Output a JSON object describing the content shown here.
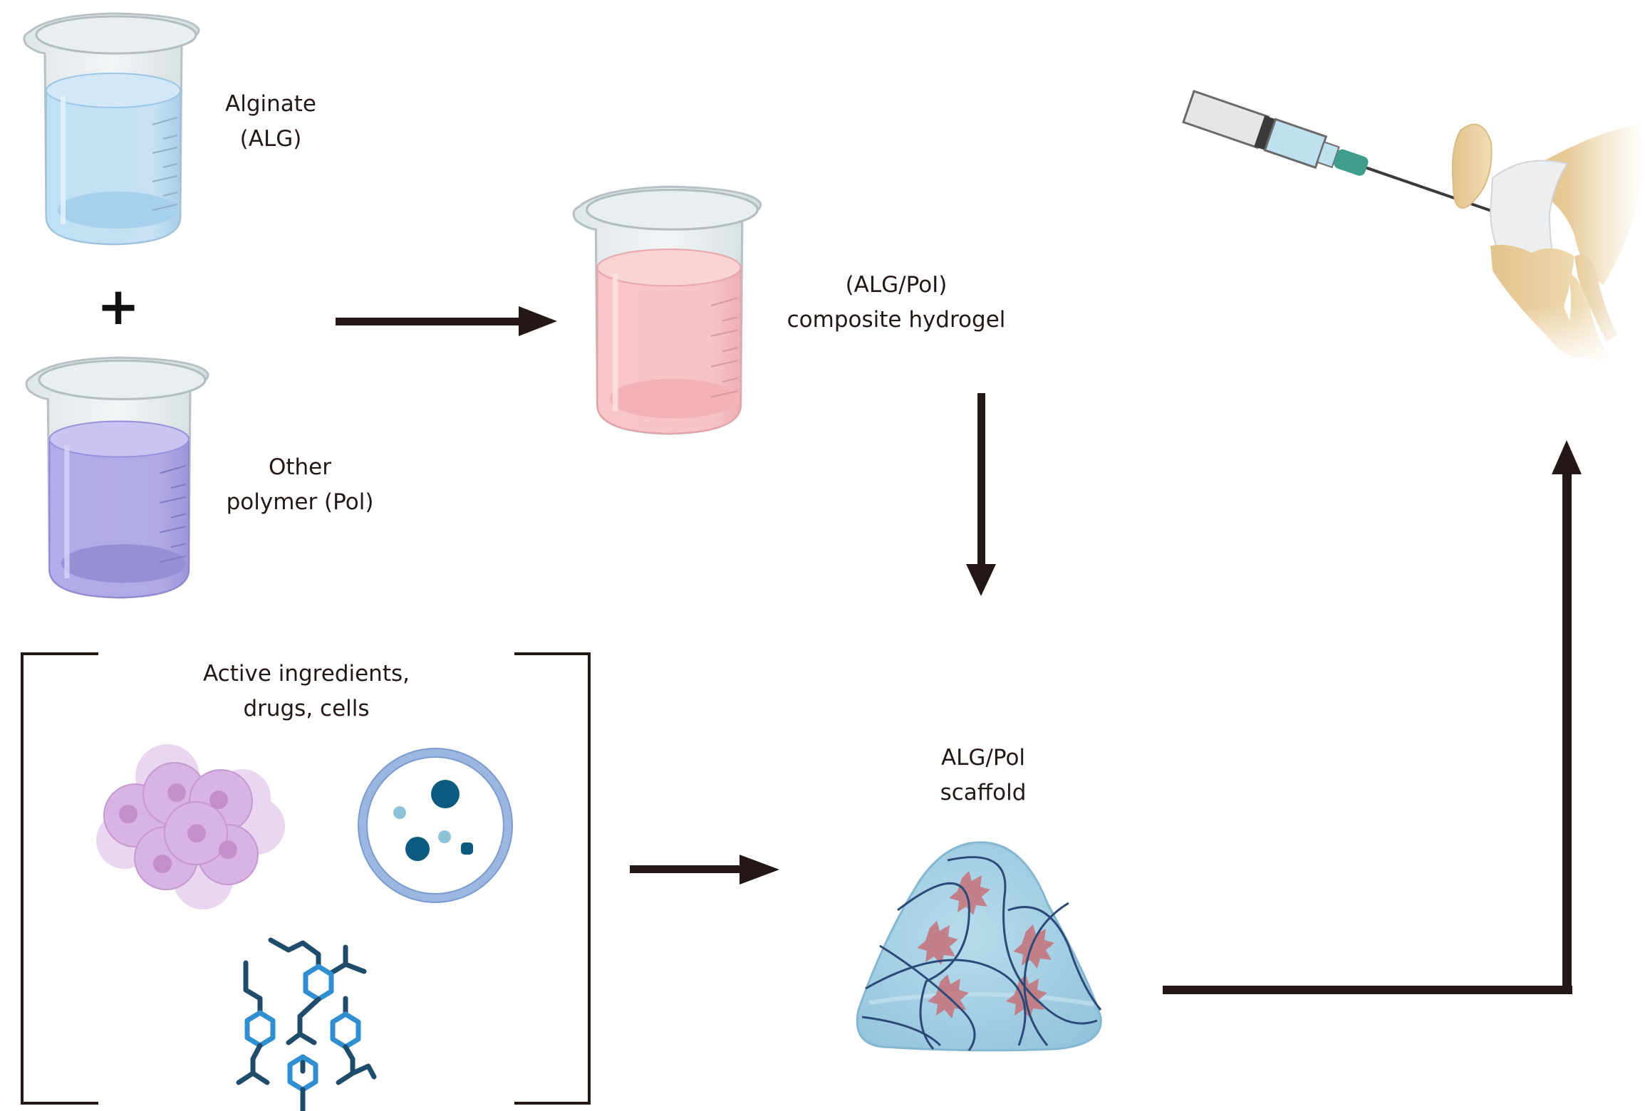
{
  "figure": {
    "type": "process-flow diagram",
    "colors": {
      "arrow": "#231815",
      "text": "#231815",
      "alginate_liquid": "#b9d9f0",
      "polymer_liquid": "#aaa4e0",
      "composite_liquid": "#f7c1c3",
      "scaffold": "#a9d3e6",
      "scaffold_fibers": "#2b4a78",
      "scaffold_cells": "#c4777f",
      "cell_cluster": "#d7b1e0",
      "vesicle_ring": "#9bb6df",
      "drug_particles": "#0d5a80",
      "molecule_rings": "#2f8fd0",
      "molecule_chains": "#1f4c6b",
      "bone": "#e7cc9c",
      "cartilage": "#e9eaec"
    }
  },
  "nodes": {
    "alginate": {
      "label_line1": "Alginate",
      "label_line2": "(ALG)",
      "icon": "beaker-blue"
    },
    "plus": {
      "symbol": "+"
    },
    "polymer": {
      "label_line1": "Other",
      "label_line2": "polymer (Pol)",
      "icon": "beaker-purple"
    },
    "composite": {
      "label_line1": "(ALG/PoI)",
      "label_line2": "composite hydrogel",
      "icon": "beaker-pink"
    },
    "actives": {
      "label_line1": "Active ingredients,",
      "label_line2": "drugs, cells",
      "icons": [
        "cell-cluster",
        "drug-vesicle",
        "molecules"
      ]
    },
    "scaffold": {
      "label_line1": "ALG/Pol",
      "label_line2": "scaffold",
      "icon": "hydrogel-scaffold"
    },
    "injection": {
      "icon": "syringe-knee-joint"
    }
  },
  "edges": [
    {
      "from": "alginate+polymer",
      "to": "composite",
      "direction": "right"
    },
    {
      "from": "composite",
      "to": "scaffold",
      "direction": "down"
    },
    {
      "from": "actives",
      "to": "scaffold",
      "direction": "right"
    },
    {
      "from": "scaffold",
      "to": "injection",
      "direction": "right-then-up"
    }
  ]
}
